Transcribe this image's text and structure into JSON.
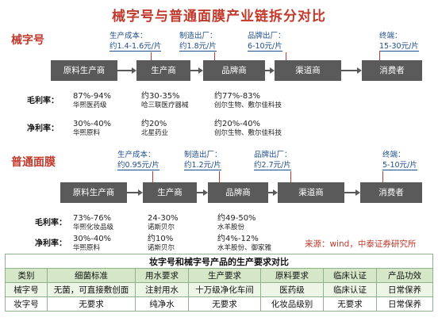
{
  "title": "械字号与普通面膜产业链拆分对比",
  "chain_nodes": [
    "原料生产商",
    "生产商",
    "品牌商",
    "渠道商",
    "消费者"
  ],
  "section1": {
    "name": "械字号",
    "prod_cost_label": "生产成本：",
    "prod_cost_value": "约1.4-1.6元/片",
    "factory_label": "制造出厂：",
    "factory_value": "约1.8元/片",
    "brand_label": "品牌出厂：",
    "brand_value": "6-10元/片",
    "end_label": "终端：",
    "end_value": "15-30元/片",
    "gross_label": "毛利率：",
    "net_label": "净利率：",
    "gross": [
      {
        "value": "87%-94%",
        "company": "华熙医药级"
      },
      {
        "value": "约30-35%",
        "company": "哈三联医疗器械"
      },
      {
        "value": "约77%-83%",
        "company": "创尔生物、敷尔佳科技"
      }
    ],
    "net": [
      {
        "value": "30%-40%",
        "company": "华熙原料"
      },
      {
        "value": "约20%",
        "company": "北星药业"
      },
      {
        "value": "约20%-40%",
        "company": "创尔生物、敷尔佳科技"
      }
    ]
  },
  "section2": {
    "name": "普通面膜",
    "prod_cost_label": "生产成本：",
    "prod_cost_value": "约0.95元/片",
    "factory_label": "制造出厂：",
    "factory_value": "约1.2元/片",
    "brand_label": "品牌出厂：",
    "brand_value": "约2.7元/片",
    "end_label": "终端：",
    "end_value": "5-10元/片",
    "gross_label": "毛利率：",
    "net_label": "净利率：",
    "gross": [
      {
        "value": "73%-76%",
        "company": "华熙化妆品级"
      },
      {
        "value": "24-30%",
        "company": "诺斯贝尔"
      },
      {
        "value": "约49-50%",
        "company": "水羊股份"
      }
    ],
    "net": [
      {
        "value": "30%-40%",
        "company": "华熙原料"
      },
      {
        "value": "约10%",
        "company": "诺斯贝尔"
      },
      {
        "value": "约4%-12%",
        "company": "水羊股份、御家雅"
      }
    ]
  },
  "source": "来源：wind，中泰证券研究所",
  "table": {
    "caption": "妆字号和械字号产品的生产要求对比",
    "headers": [
      "类别",
      "细菌标准",
      "用水要求",
      "生产要求",
      "原料要求",
      "临床认证",
      "产品功效"
    ],
    "rows": [
      [
        "械字号",
        "无菌，可直接敷创面",
        "注射用水",
        "十万级净化车间",
        "医药级",
        "临床认证",
        "日常保养"
      ],
      [
        "妆字号",
        "无要求",
        "纯净水",
        "无要求",
        "化妆品级别",
        "无要求",
        "日常保养"
      ]
    ]
  }
}
